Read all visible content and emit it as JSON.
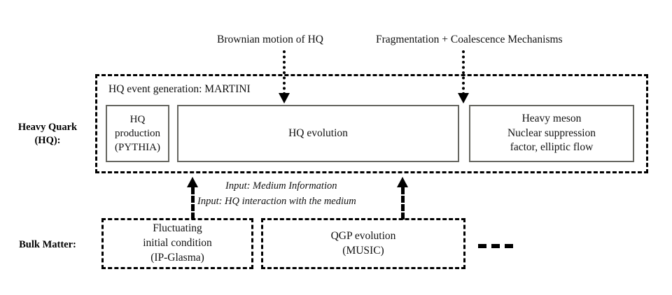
{
  "diagram": {
    "title_top_annotations": [
      {
        "id": "brownian",
        "text": "Brownian motion of HQ"
      },
      {
        "id": "fragmentation",
        "text": "Fragmentation + Coalescence Mechanisms"
      }
    ],
    "row_labels": [
      {
        "id": "heavy-quark",
        "line1": "Heavy Quark",
        "line2": "(HQ):"
      },
      {
        "id": "bulk-matter",
        "line1": "Bulk Matter:",
        "line2": ""
      }
    ],
    "heavy_quark_row": {
      "container_caption": "HQ event generation: MARTINI",
      "boxes": [
        {
          "id": "hq-production",
          "line1": "HQ",
          "line2": "production",
          "line3": "(PYTHIA)"
        },
        {
          "id": "hq-evolution",
          "line1": "HQ evolution",
          "line2": "",
          "line3": ""
        },
        {
          "id": "heavy-meson",
          "line1": "Heavy meson",
          "line2": "Nuclear suppression",
          "line3": "factor, elliptic flow"
        }
      ]
    },
    "middle_notes": [
      {
        "id": "medium-information",
        "text": "Input: Medium Information"
      },
      {
        "id": "hq-interaction",
        "text": "Input: HQ interaction with the medium"
      }
    ],
    "bulk_matter_row": {
      "boxes": [
        {
          "id": "initial-condition",
          "line1": "Fluctuating",
          "line2": "initial condition",
          "line3": "(IP-Glasma)"
        },
        {
          "id": "qgp-evolution",
          "line1": "QGP evolution",
          "line2": "(MUSIC)",
          "line3": ""
        }
      ],
      "trailing_dashes": "----"
    },
    "colors": {
      "stroke": "#000000",
      "solid_box_border": "#666660",
      "background": "#ffffff",
      "text": "#111111"
    }
  }
}
